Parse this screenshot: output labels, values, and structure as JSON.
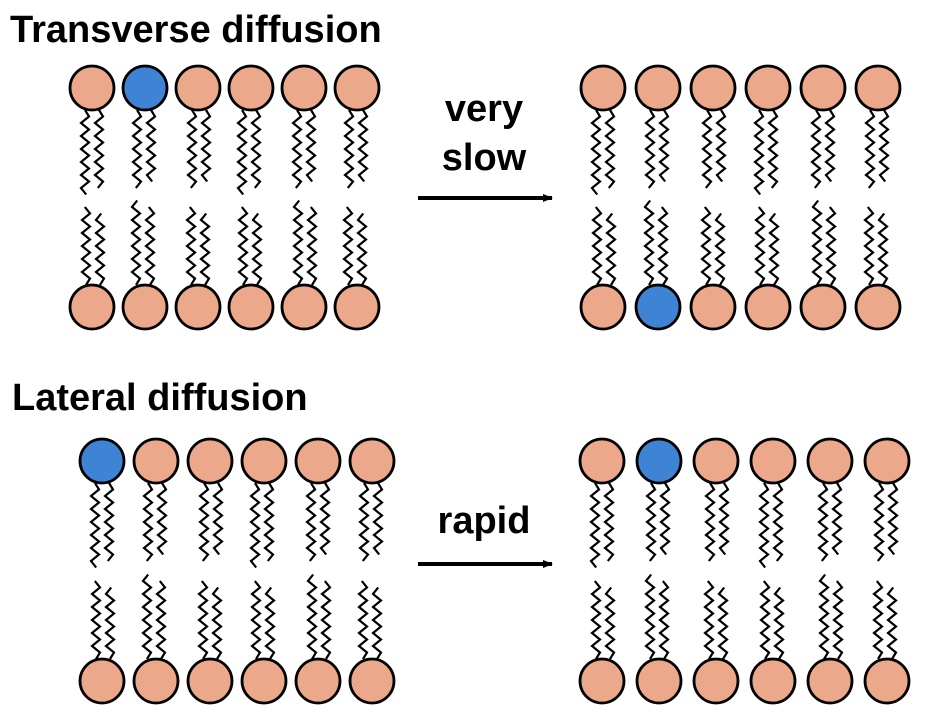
{
  "sections": {
    "transverse": {
      "title": "Transverse diffusion",
      "arrow_lines": [
        "very",
        "slow"
      ]
    },
    "lateral": {
      "title": "Lateral diffusion",
      "arrow_lines": [
        "rapid"
      ]
    }
  },
  "colors": {
    "lipid_head": "#ECA88A",
    "labeled_lipid_head": "#3F83D4",
    "outline": "#000000"
  },
  "panels": {
    "transverse_before": {
      "top_labeled": [
        1
      ],
      "bottom_labeled": []
    },
    "transverse_after": {
      "top_labeled": [],
      "bottom_labeled": [
        1
      ]
    },
    "lateral_before": {
      "top_labeled": [
        0
      ],
      "bottom_labeled": []
    },
    "lateral_after": {
      "top_labeled": [
        1
      ],
      "bottom_labeled": []
    }
  },
  "lipids_per_leaflet": 6
}
